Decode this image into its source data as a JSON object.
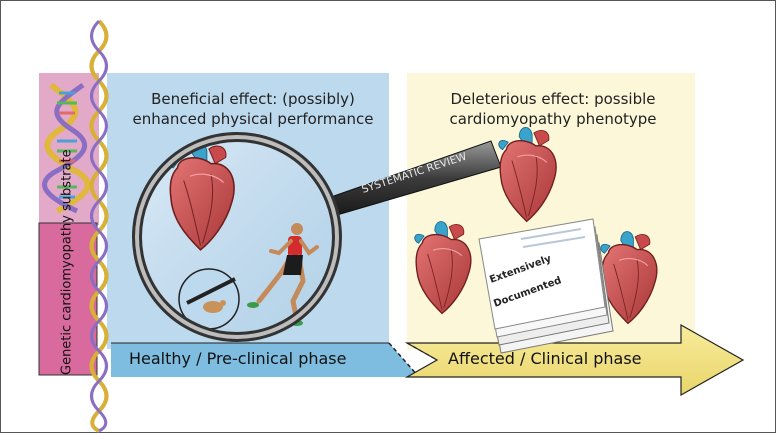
{
  "beneficial_label": "Beneficial effect: (possibly) enhanced physical performance",
  "deleterious_label": "Deleterious effect: possible cardiomyopathy phenotype",
  "substrate_label": "Genetic cardiomyopathy substrate",
  "review_label": "SYSTEMATIC REVIEW",
  "documented_label_line1": "Extensively",
  "documented_label_line2": "Documented",
  "healthy_phase_label": "Healthy / Pre-clinical phase",
  "clinical_phase_label": "Affected / Clinical phase",
  "colors": {
    "healthy_panel": "#bcd9ee",
    "clinical_panel": "#fbf7d8",
    "substrate_panel": "#e3a9c8",
    "substrate_lower": "#d86a9e",
    "arrow_fill": "#f5e58a",
    "healthy_bar": "#7fbde0",
    "heart": "#c94a4a",
    "vessel": "#3aa3cc"
  }
}
